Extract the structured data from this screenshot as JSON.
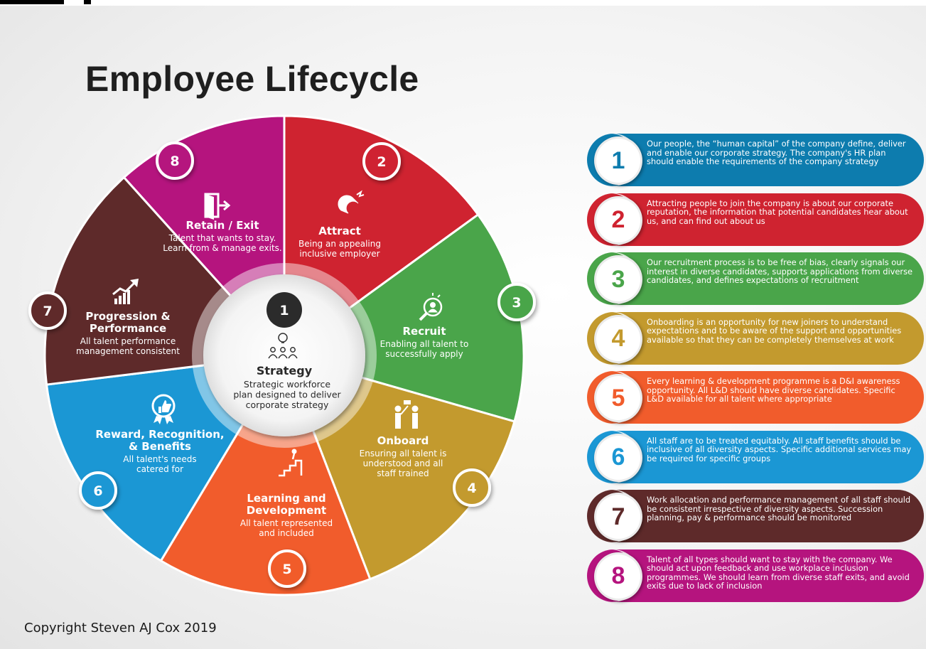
{
  "title": "Employee Lifecycle",
  "copyright": "Copyright Steven AJ Cox 2019",
  "colors": {
    "strategy": "#0d7cae",
    "attract": "#cf2330",
    "recruit": "#4aa54a",
    "onboard": "#c39a2e",
    "learning": "#f15c2c",
    "reward": "#1b97d4",
    "progression": "#5e2a2a",
    "retain": "#b5147e",
    "badge_center": "#2b2b2b"
  },
  "center": {
    "number": "1",
    "icon": "lightbulb-people-icon",
    "title": "Strategy",
    "desc": [
      "Strategic workforce",
      "plan designed to deliver",
      "corporate strategy"
    ]
  },
  "segments": [
    {
      "number": "2",
      "icon": "magnet-icon",
      "title": [
        "Attract"
      ],
      "desc": [
        "Being an appealing",
        "inclusive employer"
      ]
    },
    {
      "number": "3",
      "icon": "search-person-icon",
      "title": [
        "Recruit"
      ],
      "desc": [
        "Enabling all talent to",
        "successfully apply"
      ]
    },
    {
      "number": "4",
      "icon": "presenter-icon",
      "title": [
        "Onboard"
      ],
      "desc": [
        "Ensuring all talent is",
        "understood and all",
        "staff trained"
      ]
    },
    {
      "number": "5",
      "icon": "stairs-icon",
      "title": [
        "Learning and",
        "Development"
      ],
      "desc": [
        "All talent represented",
        "and included"
      ]
    },
    {
      "number": "6",
      "icon": "thumbs-up-badge-icon",
      "title": [
        "Reward, Recognition,",
        "& Benefits"
      ],
      "desc": [
        "All talent's needs",
        "catered for"
      ]
    },
    {
      "number": "7",
      "icon": "growth-chart-icon",
      "title": [
        "Progression &",
        "Performance"
      ],
      "desc": [
        "All talent performance",
        "management consistent"
      ]
    },
    {
      "number": "8",
      "icon": "exit-door-icon",
      "title": [
        "Retain / Exit"
      ],
      "desc": [
        "Talent that wants to stay.",
        "Learn from & manage exits."
      ]
    }
  ],
  "cards": [
    {
      "number": "1",
      "text": "Our people, the “human capital” of the company define, deliver and enable our corporate strategy. The company's HR plan should enable the requirements of the company strategy"
    },
    {
      "number": "2",
      "text": "Attracting people to join the company is about our corporate reputation, the information that potential candidates hear about us, and can find out about us"
    },
    {
      "number": "3",
      "text": "Our recruitment process is to be free of bias, clearly signals our interest in diverse candidates, supports applications from diverse candidates, and defines expectations of recruitment"
    },
    {
      "number": "4",
      "text": "Onboarding is an opportunity for new joiners to understand expectations and to be aware of the support and opportunities available so that they can be completely themselves at work"
    },
    {
      "number": "5",
      "text": "Every learning & development programme is a D&I awareness opportunity. All L&D should have diverse candidates. Specific L&D available for all talent where appropriate"
    },
    {
      "number": "6",
      "text": "All staff are to be treated equitably. All staff benefits should be inclusive of all diversity aspects. Specific additional services may be required for specific groups"
    },
    {
      "number": "7",
      "text": "Work allocation and performance management of all staff should be consistent irrespective of diversity aspects. Succession planning, pay & performance should be monitored"
    },
    {
      "number": "8",
      "text": "Talent of all types should want to stay with the company. We should act upon feedback and use workplace inclusion programmes. We should learn from diverse staff exits, and avoid exits due to lack of inclusion"
    }
  ]
}
